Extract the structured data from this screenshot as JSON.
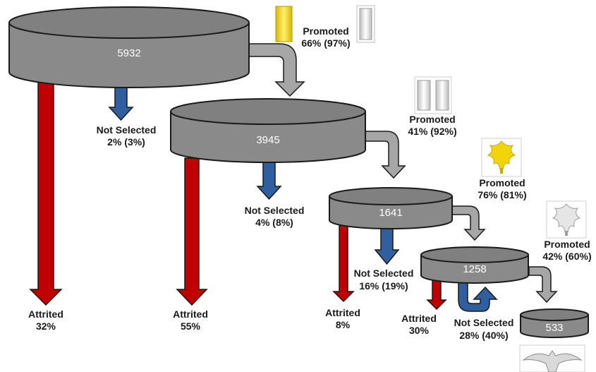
{
  "stages": [
    {
      "count": "5932"
    },
    {
      "count": "3945"
    },
    {
      "count": "1641"
    },
    {
      "count": "1258"
    },
    {
      "count": "533"
    }
  ],
  "promoted": [
    {
      "title": "Promoted",
      "value": "66% (97%)"
    },
    {
      "title": "Promoted",
      "value": "41% (92%)"
    },
    {
      "title": "Promoted",
      "value": "76% (81%)"
    },
    {
      "title": "Promoted",
      "value": "42% (60%)"
    }
  ],
  "not_selected": [
    {
      "title": "Not Selected",
      "value": "2% (3%)"
    },
    {
      "title": "Not Selected",
      "value": "4% (8%)"
    },
    {
      "title": "Not Selected",
      "value": "16% (19%)"
    },
    {
      "title": "Not Selected",
      "value": "28% (40%)"
    }
  ],
  "attrited": [
    {
      "title": "Attrited",
      "value": "32%"
    },
    {
      "title": "Attrited",
      "value": "55%"
    },
    {
      "title": "Attrited",
      "value": "8%"
    },
    {
      "title": "Attrited",
      "value": "30%"
    }
  ],
  "colors": {
    "cylinder_body": "#8a8a8a",
    "cylinder_top": "#808080",
    "promoted_arrow": "#a6a6a6",
    "not_selected_arrow": "#2f5f9e",
    "attrited_arrow": "#c00000",
    "gold_insignia": "#f2d40a",
    "silver_insignia": "#d9d9d9"
  },
  "insignia": [
    "gold-bar-insignia",
    "silver-bar-insignia",
    "captain-bars-insignia",
    "gold-oak-leaf-insignia",
    "silver-oak-leaf-insignia",
    "eagle-insignia"
  ]
}
